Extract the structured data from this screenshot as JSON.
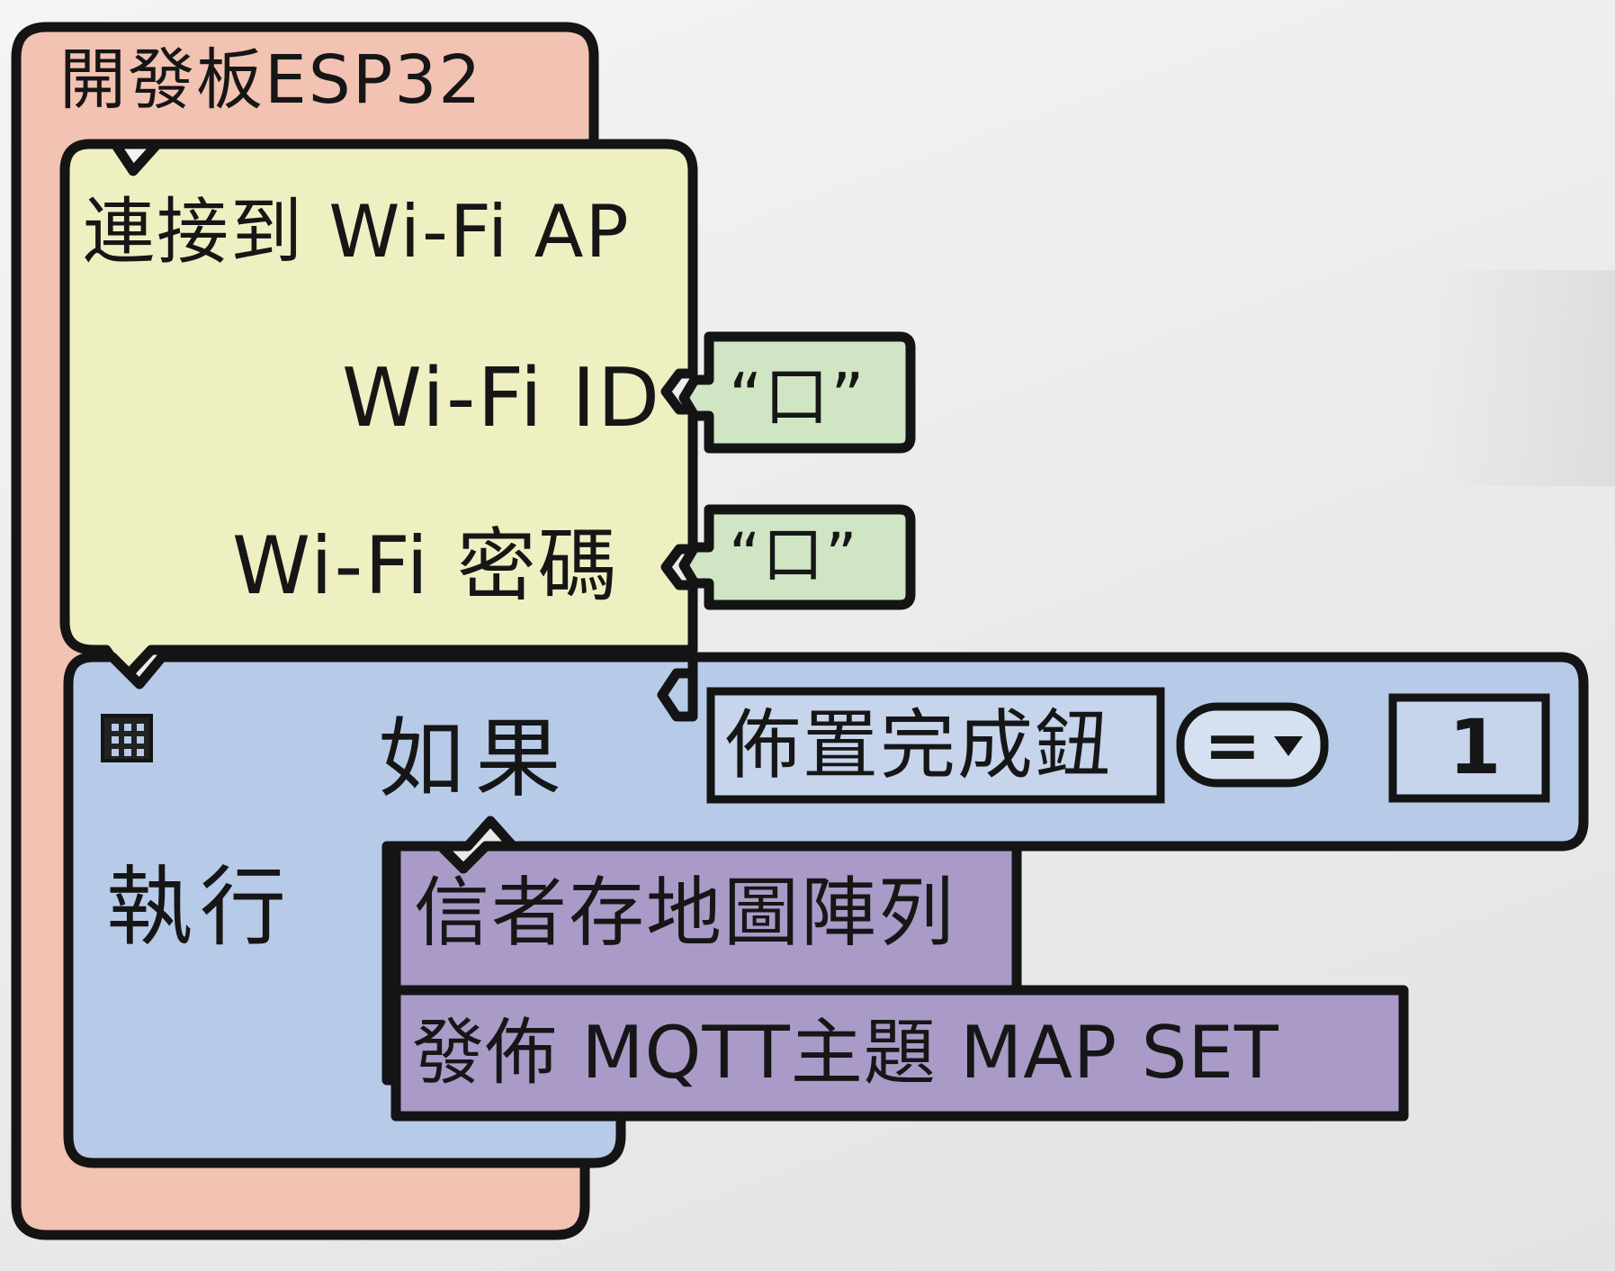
{
  "blocks": {
    "board": {
      "title": "開發板ESP32",
      "color": "#f2c2b2"
    },
    "wifi": {
      "title": "連接到 Wi-Fi AP",
      "id_label": "Wi-Fi ID",
      "password_label": "Wi-Fi 密碼",
      "id_value": "“口”",
      "password_value": "“口”",
      "color": "#eef0c2",
      "input_color": "#cfe5c4"
    },
    "if_block": {
      "if_label": "如果",
      "do_label": "執行",
      "condition_label": "佈置完成鈕",
      "operator": "=",
      "operand": "1",
      "color": "#b7cbe8"
    },
    "actions": {
      "store_label": "信者存地圖陣列",
      "publish_label": "發佈 MQTT主題 MAP SET",
      "color": "#a99ac8"
    }
  }
}
